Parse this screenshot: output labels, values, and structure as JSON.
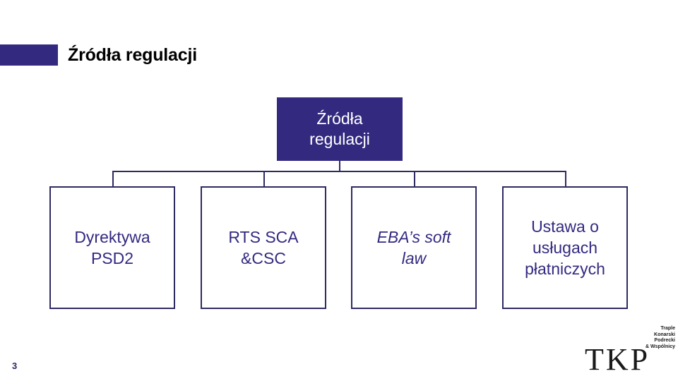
{
  "slide": {
    "page_number": "3",
    "header": {
      "title": "Źródła regulacji",
      "accent_color": "#332A80"
    }
  },
  "diagram": {
    "type": "org-chart",
    "orientation": "top-down",
    "colors": {
      "node_fill": "#332A80",
      "node_text_on_fill": "#FFFFFF",
      "leaf_border": "#2E2A62",
      "leaf_text": "#332A80",
      "connector": "#2E2A62"
    },
    "root": {
      "label": "Źródła regulacji",
      "line1": "Źródła",
      "line2": "regulacji",
      "style": "filled"
    },
    "children": [
      {
        "label": "Dyrektywa PSD2",
        "line1": "Dyrektywa",
        "line2": "PSD2",
        "line3": "",
        "style": "outlined",
        "italic": false
      },
      {
        "label": "RTS SCA &CSC",
        "line1": "RTS SCA",
        "line2": "&CSC",
        "line3": "",
        "style": "outlined",
        "italic": false
      },
      {
        "label": "EBA’s soft law",
        "line1": "EBA’s soft",
        "line2": "law",
        "line3": "",
        "style": "outlined",
        "italic": true
      },
      {
        "label": "Ustawa o usługach płatniczych",
        "line1": "Ustawa o",
        "line2": "usługach",
        "line3": "płatniczych",
        "style": "outlined",
        "italic": false
      }
    ]
  },
  "logo": {
    "wordmark": "TKP",
    "line1": "Traple",
    "line2": "Konarski",
    "line3": "Podrecki",
    "line4": "& Wspólnicy"
  }
}
